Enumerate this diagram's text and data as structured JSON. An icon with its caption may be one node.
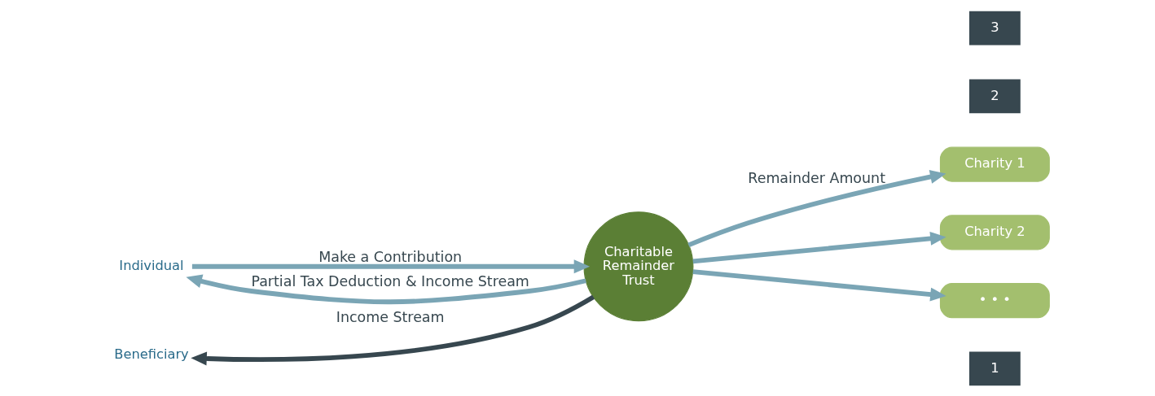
{
  "diagram": {
    "nodes": [
      {
        "text": [
          "Individual"
        ]
      },
      {
        "text": [
          "Beneficiary"
        ]
      },
      {
        "text": [
          "Charitable Remainder Trust"
        ]
      },
      {
        "text": [
          "Charity 1"
        ]
      },
      {
        "text": [
          "Charity 2"
        ]
      },
      {
        "text": [
          "• • •"
        ]
      }
    ],
    "edges": [
      {
        "from": 0,
        "to": 2,
        "arrow": "to",
        "label": "Make a Contribution"
      },
      {
        "from": 2,
        "to": 0,
        "arrow": "to",
        "label": "Partial Tax Deduction & Income Stream"
      },
      {
        "from": 2,
        "to": 1,
        "arrow": "to",
        "label": "Income Stream",
        "color": "#37474f"
      },
      {
        "from": 2,
        "to": 3,
        "arrow": "to",
        "label": "Remainder Amount"
      },
      {
        "from": 2,
        "to": 4,
        "arrow": "to"
      },
      {
        "from": 2,
        "to": 5,
        "arrow": "to"
      }
    ],
    "labels": [
      "1",
      "2",
      "3"
    ]
  }
}
